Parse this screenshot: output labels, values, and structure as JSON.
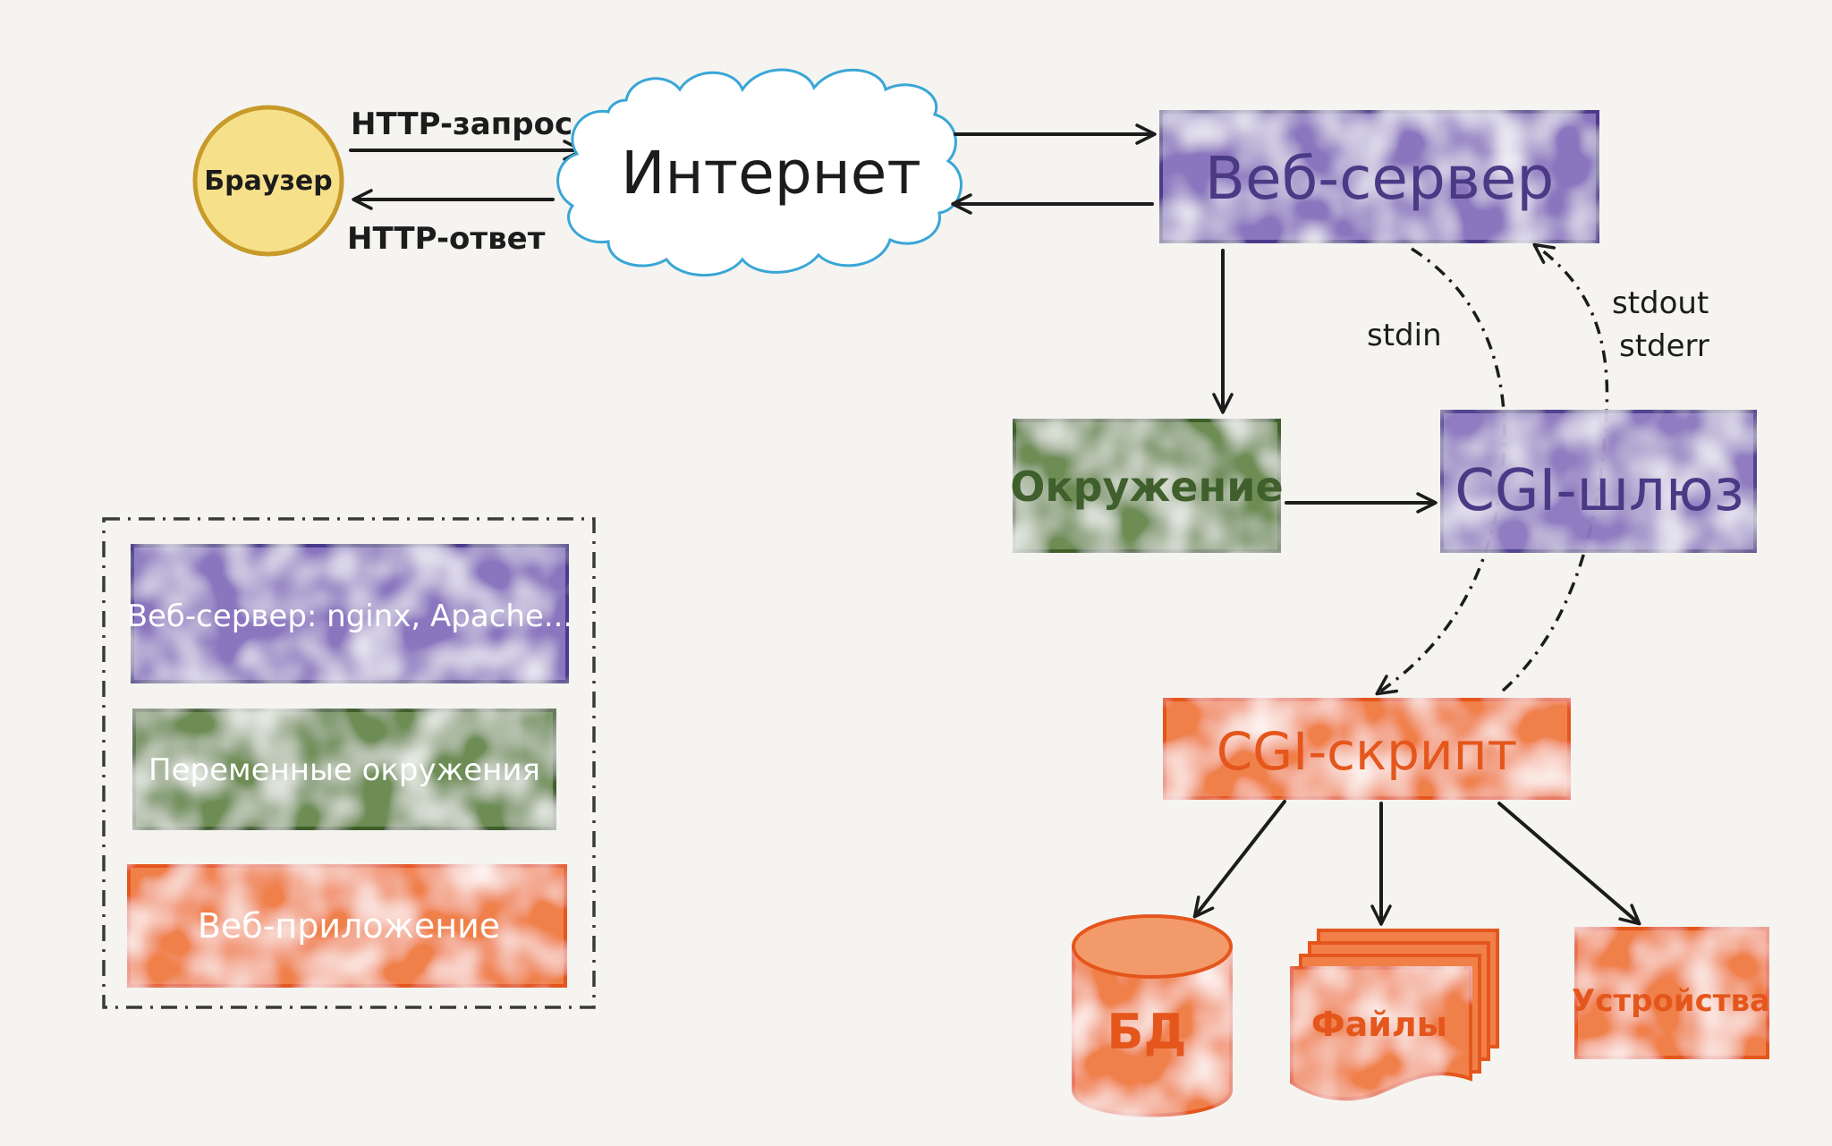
{
  "browser": {
    "label": "Браузер"
  },
  "internet": {
    "label": "Интернет"
  },
  "http_request": {
    "label": "HTTP-запрос"
  },
  "http_response": {
    "label": "HTTP-ответ"
  },
  "web_server": {
    "label": "Веб-сервер"
  },
  "environment": {
    "label": "Окружение"
  },
  "cgi_gateway": {
    "label": "CGI-шлюз"
  },
  "cgi_script": {
    "label": "CGI-скрипт"
  },
  "stdin": {
    "label": "stdin"
  },
  "stdout": {
    "label": "stdout"
  },
  "stderr": {
    "label": "stderr"
  },
  "db": {
    "label": "БД"
  },
  "files": {
    "label": "Файлы"
  },
  "devices": {
    "label": "Устройства"
  },
  "legend": {
    "web_server": "Веб-сервер: nginx, Apache...",
    "env_vars": "Переменные окружения",
    "web_app": "Веб-приложение"
  },
  "colors": {
    "purple_fill": "#8a76bf",
    "purple_stroke": "#4b3a8c",
    "green_fill": "#6e8d55",
    "green_stroke": "#3f5f2c",
    "orange_fill": "#f08048",
    "orange_stroke": "#e5561c",
    "yellow_fill": "#f6e08a",
    "yellow_stroke": "#c89a2a",
    "cloud_stroke": "#3aa6d6"
  }
}
